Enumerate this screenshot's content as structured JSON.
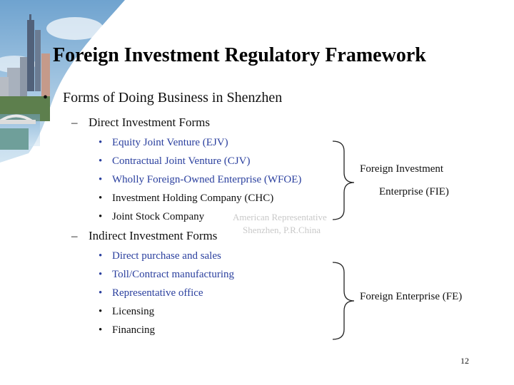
{
  "title": "Foreign Investment Regulatory Framework",
  "bullet": "•",
  "dash": "–",
  "level1": "Forms of Doing Business in Shenzhen",
  "direct": {
    "heading": "Direct Investment Forms",
    "items": [
      "Equity Joint Venture (EJV)",
      "Contractual Joint Venture (CJV)",
      "Wholly Foreign-Owned Enterprise (WFOE)",
      "Investment Holding Company (CHC)",
      "Joint Stock Company"
    ],
    "group_label_line1": "Foreign Investment",
    "group_label_line2": "Enterprise (FIE)"
  },
  "indirect": {
    "heading": "Indirect Investment Forms",
    "items": [
      "Direct purchase and sales",
      "Toll/Contract manufacturing",
      "Representative office",
      "Licensing",
      "Financing"
    ],
    "group_label": "Foreign Enterprise (FE)"
  },
  "watermark": {
    "line1": "American Representative",
    "line2": "Shenzhen, P.R.China"
  },
  "page_number": "12",
  "colors": {
    "item_blue": "#2a3f9e",
    "text": "#111111",
    "sky": "#9cc3df",
    "water": "#6f9f9a"
  }
}
